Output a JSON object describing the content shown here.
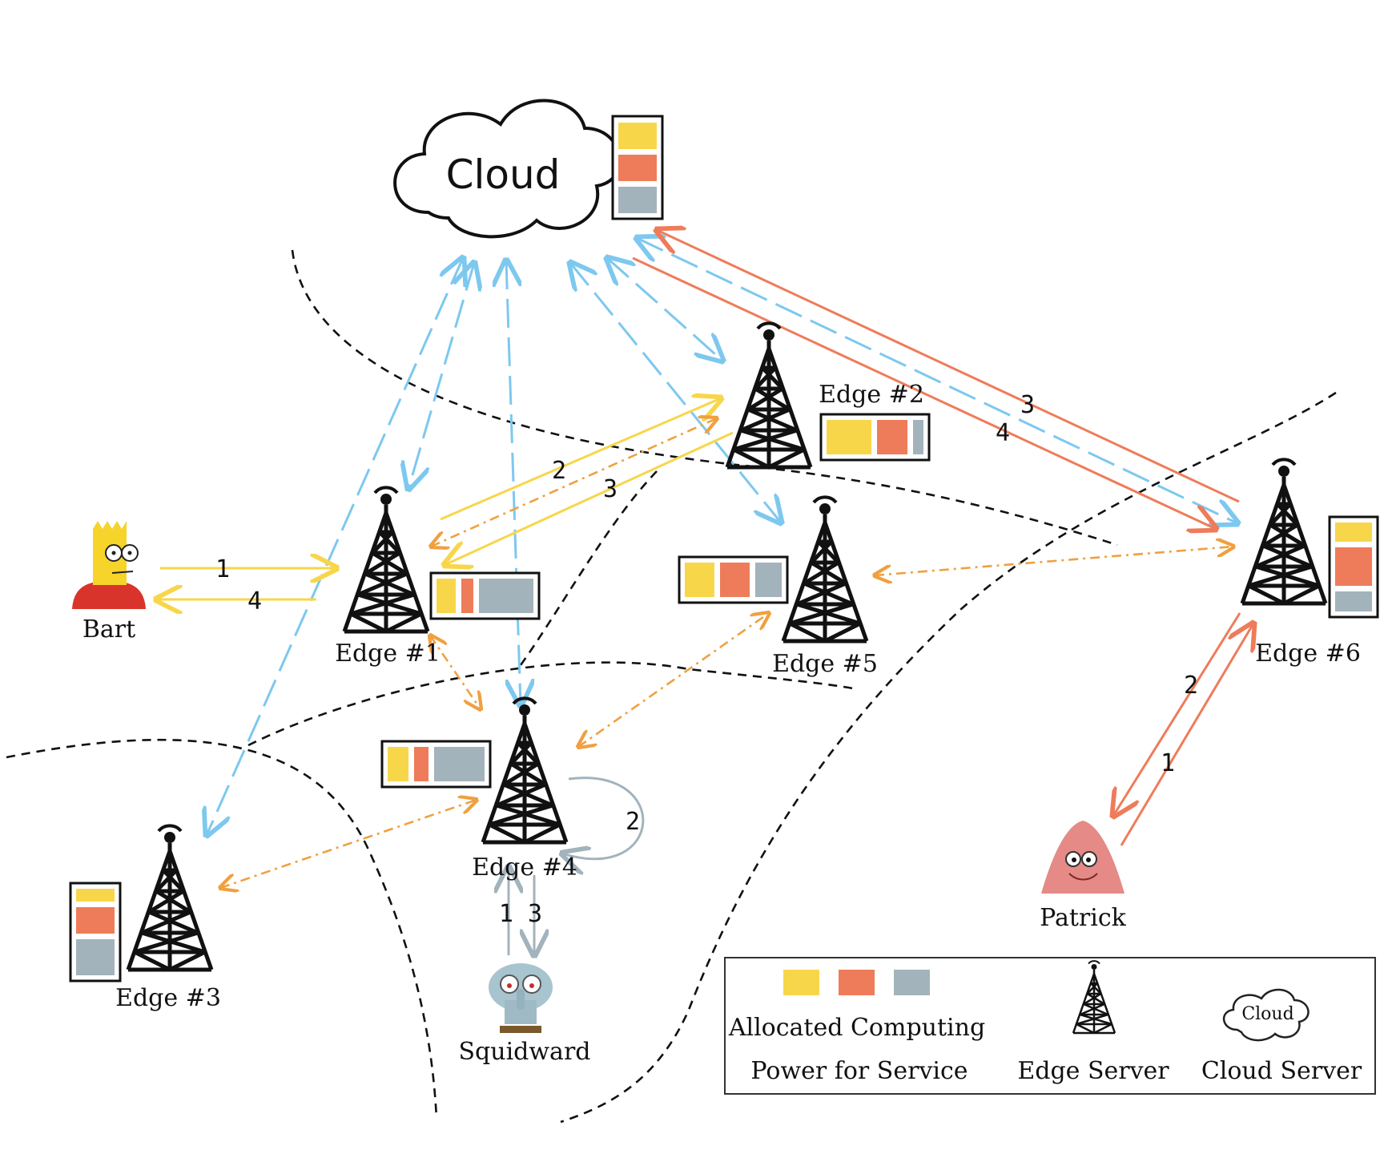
{
  "cloud": {
    "label": "Cloud"
  },
  "users": {
    "bart": "Bart",
    "squidward": "Squidward",
    "patrick": "Patrick"
  },
  "edges": {
    "e1": "Edge #1",
    "e2": "Edge #2",
    "e3": "Edge #3",
    "e4": "Edge #4",
    "e5": "Edge #5",
    "e6": "Edge #6"
  },
  "steps": {
    "bart_1": "1",
    "bart_4": "4",
    "e1_2": "2",
    "e1_3": "3",
    "e6_3": "3",
    "e6_4": "4",
    "pat_2": "2",
    "pat_1": "1",
    "sq_13": "1 3",
    "sq_2": "2"
  },
  "legend": {
    "alloc_line1": "Allocated Computing",
    "alloc_line2": "Power for Service",
    "edge_server": "Edge Server",
    "cloud_server": "Cloud Server",
    "cloud_icon_text": "Cloud"
  },
  "colors": {
    "yellow": "#f8d64a",
    "orange": "#ee7c5a",
    "gray": "#a3b3bc",
    "blue_link": "#7dc8ef",
    "dash_orange": "#f0a040",
    "boundary": "#111111"
  }
}
